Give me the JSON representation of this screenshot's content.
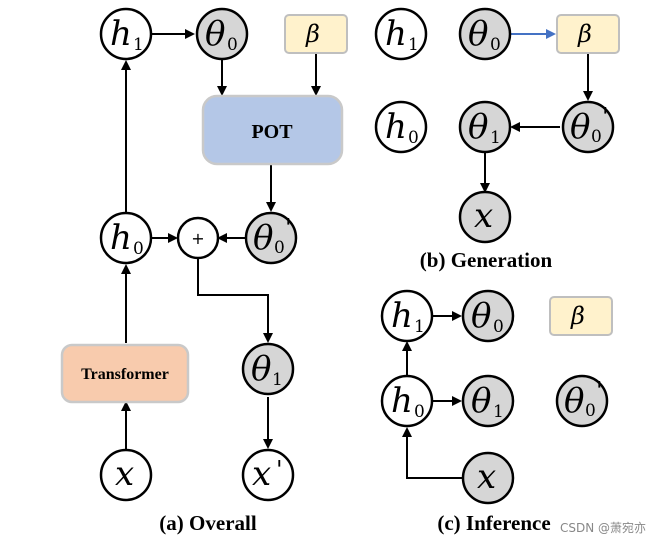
{
  "colors": {
    "pot_fill": "#b4c7e7",
    "transformer_fill": "#f8cbad",
    "beta_fill": "#fff2cc",
    "gray_node": "#d6d6d6",
    "blue_edge": "#4472c4"
  },
  "boxes": {
    "pot": "POT",
    "transformer": "Transformer",
    "beta": "β"
  },
  "symbols": {
    "h": "h",
    "theta": "θ",
    "x": "x",
    "sub0": "0",
    "sub1": "1",
    "prime": "'",
    "plus": "+"
  },
  "captions": {
    "overall": "(a) Overall",
    "generation": "(b) Generation",
    "inference": "(c) Inference"
  },
  "watermark": "CSDN @萧宛亦"
}
